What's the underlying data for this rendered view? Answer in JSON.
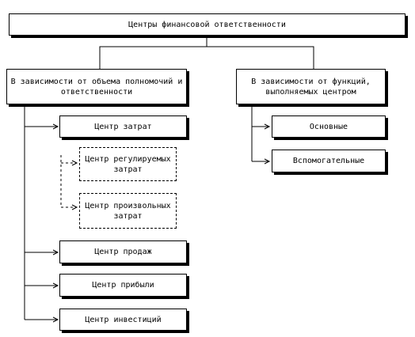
{
  "root": {
    "label": "Центры финансовой ответственности"
  },
  "left_branch": {
    "title": "В зависимости от объема полномочий и ответственности",
    "items": [
      {
        "label": "Центр затрат"
      },
      {
        "label": "Центр регулируемых затрат"
      },
      {
        "label": "Центр произвольных затрат"
      },
      {
        "label": "Центр продаж"
      },
      {
        "label": "Центр прибыли"
      },
      {
        "label": "Центр инвестиций"
      }
    ]
  },
  "right_branch": {
    "title": "В зависимости от функций, выполняемых центром",
    "items": [
      {
        "label": "Основные"
      },
      {
        "label": "Вспомогательные"
      }
    ]
  }
}
